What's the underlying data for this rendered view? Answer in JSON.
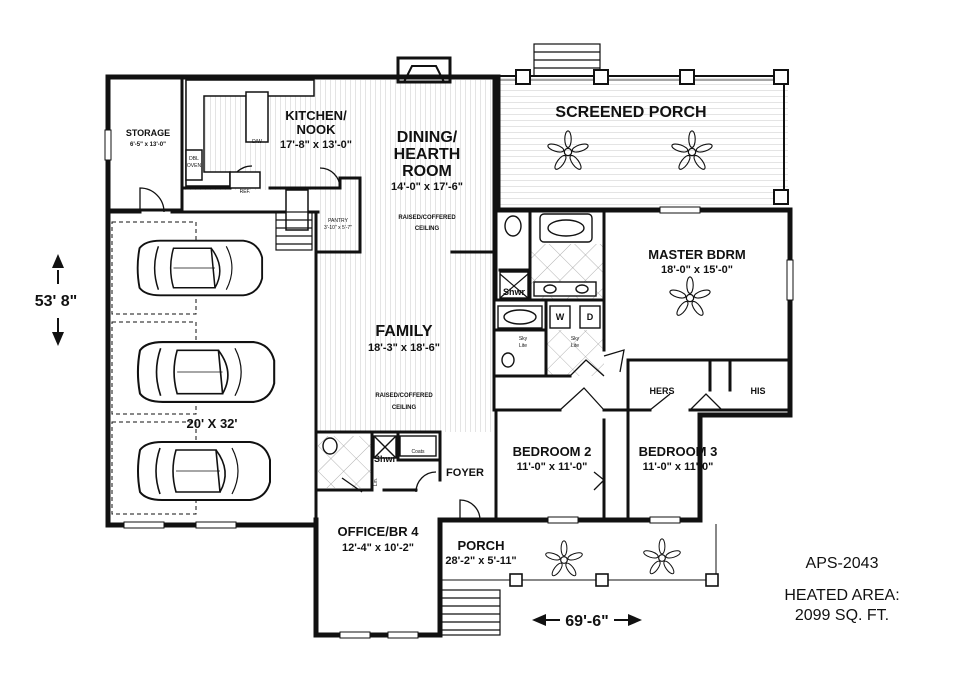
{
  "plan_code": "APS-2043",
  "heated_area": {
    "label": "HEATED AREA:",
    "value": "2099 SQ. FT."
  },
  "overall_dims": {
    "depth": "53' 8\"",
    "width": "69'-6\""
  },
  "rooms": {
    "storage": {
      "name": "STORAGE",
      "size": "6'-5\" x 13'-0\""
    },
    "kitchen": {
      "name_line1": "KITCHEN/",
      "name_line2": "NOOK",
      "size": "17'-8\" x 13'-0\""
    },
    "dining": {
      "name_line1": "DINING/",
      "name_line2": "HEARTH",
      "name_line3": "ROOM",
      "size": "14'-0\" x 17'-6\"",
      "ceiling_line1": "RAISED/COFFERED",
      "ceiling_line2": "CEILING"
    },
    "screened_porch": {
      "name": "SCREENED PORCH"
    },
    "master": {
      "name": "MASTER BDRM",
      "size": "18'-0\" x 15'-0\""
    },
    "family": {
      "name": "FAMILY",
      "size": "18'-3\" x 18'-6\"",
      "ceiling_line1": "RAISED/COFFERED",
      "ceiling_line2": "CEILING"
    },
    "garage": {
      "size": "20' X 32'"
    },
    "pantry": {
      "name": "PANTRY",
      "size": "3'-10\" x 5'-7\""
    },
    "bedroom2": {
      "name": "BEDROOM 2",
      "size": "11'-0\" x 11'-0\""
    },
    "bedroom3": {
      "name": "BEDROOM 3",
      "size": "11'-0\" x 11'-0\""
    },
    "office": {
      "name": "OFFICE/BR 4",
      "size": "12'-4\" x 10'-2\""
    },
    "porch": {
      "name": "PORCH",
      "size": "28'-2\" x 5'-11\""
    },
    "foyer": {
      "name": "FOYER"
    },
    "hers": {
      "name": "HERS"
    },
    "his": {
      "name": "HIS"
    }
  },
  "fixtures": {
    "dw": "D/W",
    "ref": "REF.",
    "dbl_oven_1": "DBL",
    "dbl_oven_2": "OVEN",
    "shwr_master": "Shwr",
    "shwr_hall": "Shwr",
    "washer": "W",
    "dryer": "D",
    "sky_lite_1": "Sky",
    "sky_lite_2": "Lite",
    "sky_lite_3": "Sky",
    "sky_lite_4": "Lite",
    "coats": "Coats",
    "lin": "Lin."
  }
}
